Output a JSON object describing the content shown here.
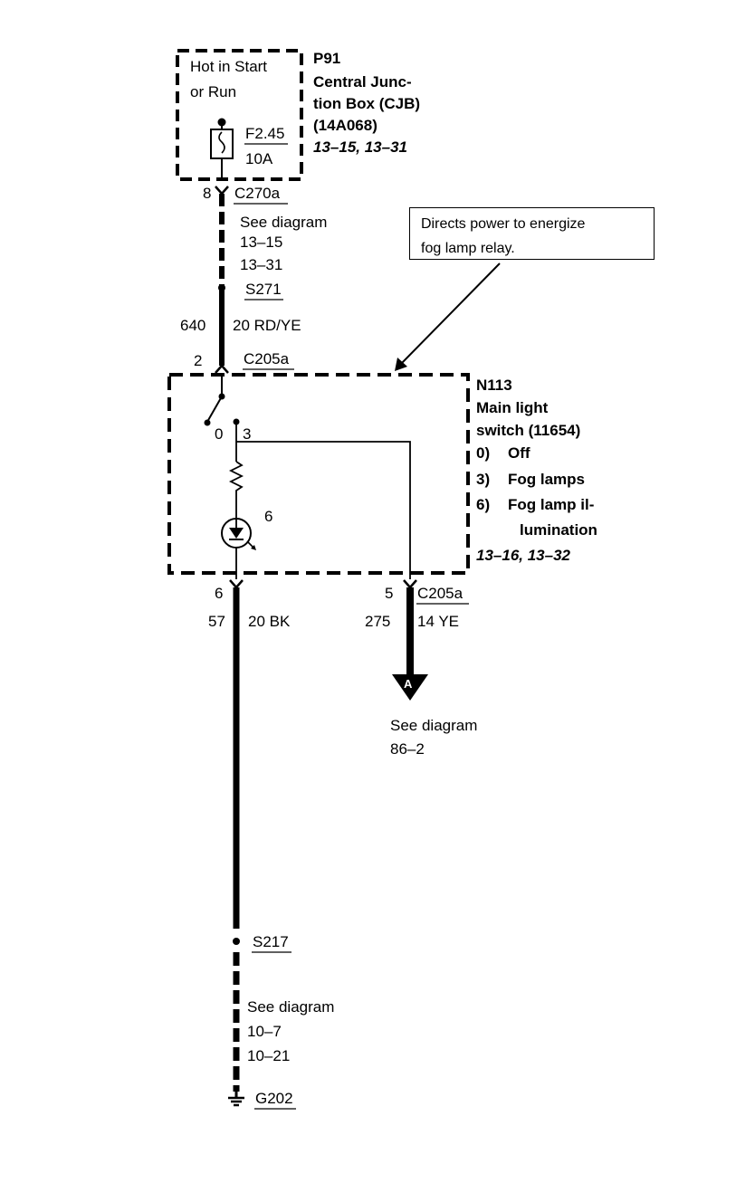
{
  "cjb": {
    "supply_label_1": "Hot in Start",
    "supply_label_2": "or Run",
    "fuse_id": "F2.45",
    "fuse_rating": "10A",
    "id": "P91",
    "name_1": "Central Junc-",
    "name_2": "tion Box (CJB)",
    "part_no": "(14A068)",
    "refs": "13–15, 13–31"
  },
  "c270a": {
    "pin": "8",
    "name": "C270a",
    "see_1": "See diagram",
    "see_2": "13–15",
    "see_3": "13–31"
  },
  "splice_s271": "S271",
  "wire_640": {
    "circuit": "640",
    "gauge_color": "20 RD/YE"
  },
  "c205a_top": {
    "pin": "2",
    "name": "C205a"
  },
  "callout": {
    "line_1": "Directs power to energize",
    "line_2": "fog lamp relay."
  },
  "switch": {
    "id": "N113",
    "name_1": "Main light",
    "name_2": "switch (11654)",
    "pos_0_num": "0)",
    "pos_0_label": "Off",
    "pos_3_num": "3)",
    "pos_3_label": "Fog lamps",
    "pos_6_num": "6)",
    "pos_6_label_1": "Fog lamp il-",
    "pos_6_label_2": "lumination",
    "refs": "13–16, 13–32",
    "contact_0": "0",
    "contact_3": "3",
    "lamp_num": "6"
  },
  "out_left": {
    "pin": "6",
    "circuit": "57",
    "gauge_color": "20 BK"
  },
  "out_right": {
    "pin": "5",
    "connector": "C205a",
    "circuit": "275",
    "gauge_color": "14 YE"
  },
  "offpage_a": {
    "letter": "A",
    "see_1": "See diagram",
    "see_2": "86–2"
  },
  "splice_s217": "S217",
  "ground_ref": {
    "see_1": "See diagram",
    "see_2": "10–7",
    "see_3": "10–21"
  },
  "ground": "G202"
}
